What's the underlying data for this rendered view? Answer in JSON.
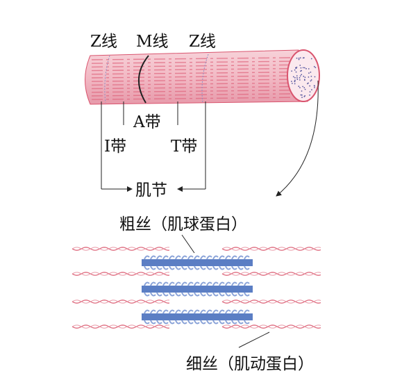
{
  "labels": {
    "z_line_left": "Z线",
    "m_line": "M线",
    "z_line_right": "Z线",
    "a_band": "A带",
    "i_band": "I带",
    "t_band": "T带",
    "sarcomere": "肌节",
    "thick_filament": "粗丝（肌球蛋白）",
    "thin_filament": "细丝（肌动蛋白）"
  },
  "colors": {
    "fiber_fill": "#f4c3cc",
    "fiber_stripe": "#e0677f",
    "fiber_outline": "#d9546e",
    "thin_filament": "#df6d80",
    "thick_filament": "#5b7ec4",
    "thick_head": "#8aa3d8",
    "line": "#222222"
  }
}
